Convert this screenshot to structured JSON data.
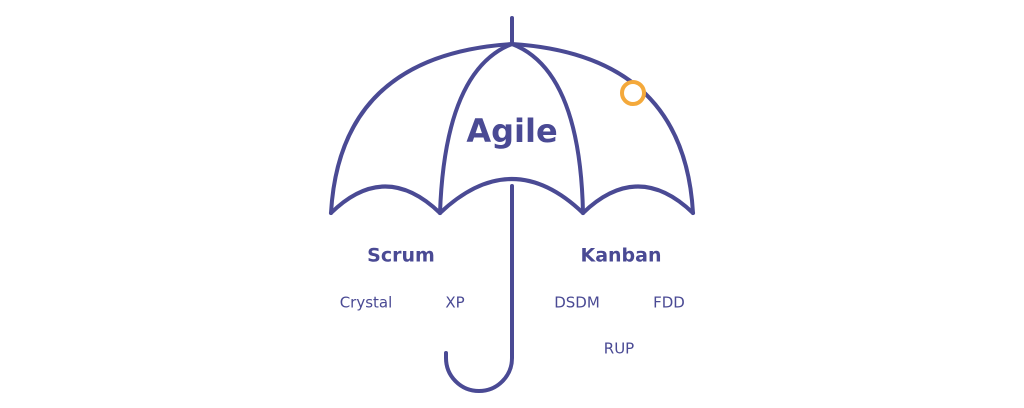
{
  "colors": {
    "umbrella_stroke": "#4a4a94",
    "text": "#4a4a94",
    "accent_ring": "#f4a93b",
    "background": "#ffffff"
  },
  "diagram": {
    "center_label": "Agile",
    "main_methods": [
      "Scrum",
      "Kanban"
    ],
    "other_methods": [
      "Crystal",
      "XP",
      "DSDM",
      "FDD",
      "RUP"
    ]
  }
}
